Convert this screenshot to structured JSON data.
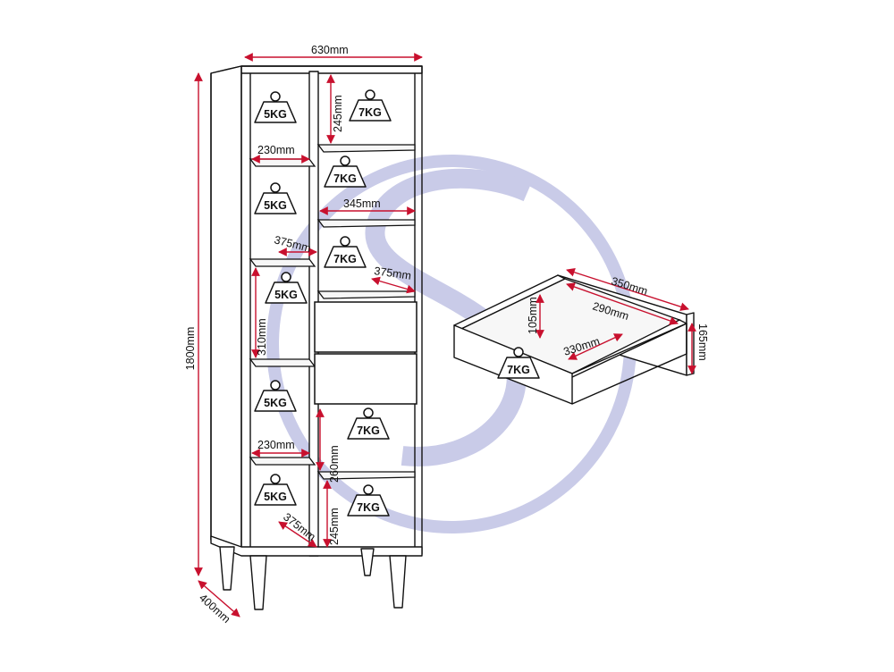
{
  "colors": {
    "dimension_line": "#c8102e",
    "outline": "#111111",
    "watermark": "#c9cbe8"
  },
  "watermark": {
    "icon": "circled-s-logo-icon"
  },
  "unit_dimensions": {
    "width": "630mm",
    "height": "1800mm",
    "depth": "400mm"
  },
  "left_column": {
    "shelf_width_top": "230mm",
    "shelf_depth": "375mm",
    "cube_height": "310mm",
    "shelf_width_lower": "230mm",
    "shelf_depth_lower": "375mm",
    "weights": [
      "5KG",
      "5KG",
      "5KG",
      "5KG",
      "5KG"
    ]
  },
  "right_column": {
    "top_cube_height": "245mm",
    "shelf_width": "345mm",
    "shelf_depth": "375mm",
    "lower_cube_height": "260mm",
    "bottom_cube_height": "245mm",
    "weights": [
      "7KG",
      "7KG",
      "7KG",
      "7KG",
      "7KG"
    ]
  },
  "drawer": {
    "outer_width": "350mm",
    "inner_width": "290mm",
    "inner_depth": "330mm",
    "inner_height": "105mm",
    "outer_height": "165mm",
    "weight": "7KG"
  }
}
